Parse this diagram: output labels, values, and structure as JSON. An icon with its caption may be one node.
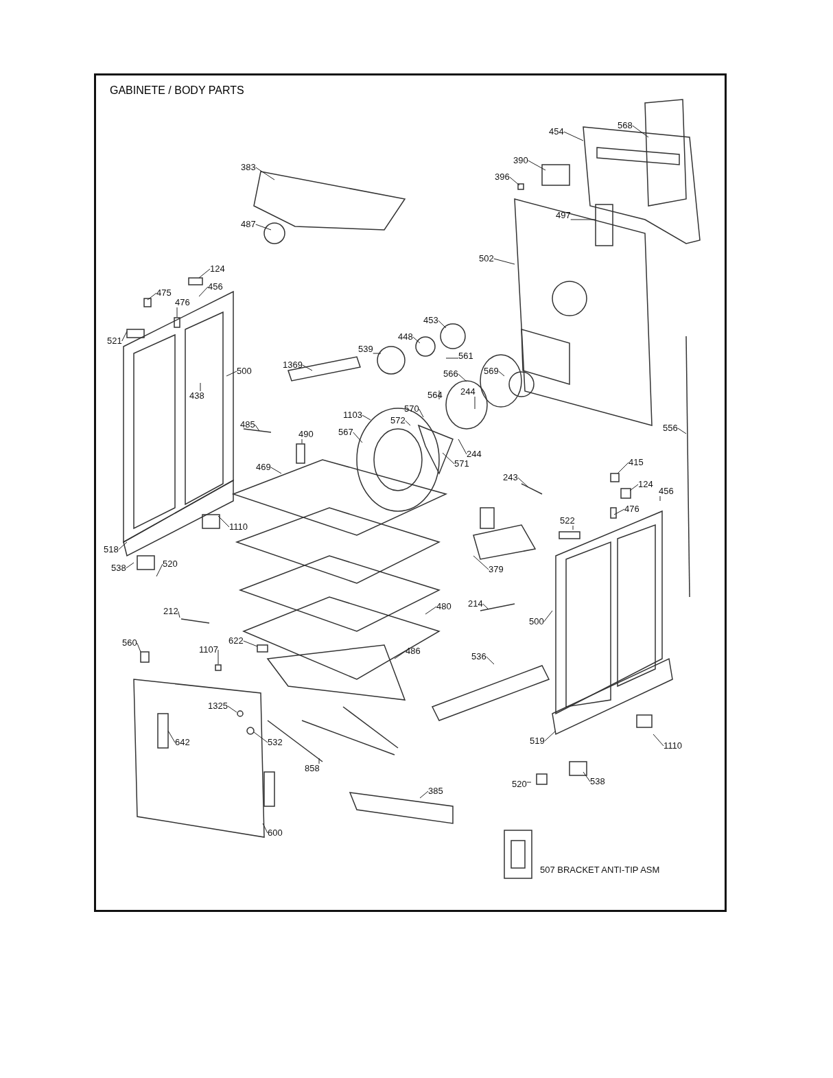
{
  "diagram": {
    "title": "GABINETE / BODY PARTS",
    "nodes": [
      {
        "text": [
          "454"
        ]
      },
      {
        "text": [
          "568"
        ]
      },
      {
        "text": [
          "383"
        ]
      },
      {
        "text": [
          "390"
        ]
      },
      {
        "text": [
          "396"
        ]
      },
      {
        "text": [
          "497"
        ]
      },
      {
        "text": [
          "487"
        ]
      },
      {
        "text": [
          "502"
        ]
      },
      {
        "text": [
          "124"
        ]
      },
      {
        "text": [
          "456"
        ]
      },
      {
        "text": [
          "475"
        ]
      },
      {
        "text": [
          "476"
        ]
      },
      {
        "text": [
          "453"
        ]
      },
      {
        "text": [
          "448"
        ]
      },
      {
        "text": [
          "521"
        ]
      },
      {
        "text": [
          "539"
        ]
      },
      {
        "text": [
          "561"
        ]
      },
      {
        "text": [
          "500"
        ]
      },
      {
        "text": [
          "1369"
        ]
      },
      {
        "text": [
          "566"
        ]
      },
      {
        "text": [
          "569"
        ]
      },
      {
        "text": [
          "438"
        ]
      },
      {
        "text": [
          "564"
        ]
      },
      {
        "text": [
          "244"
        ]
      },
      {
        "text": [
          "570"
        ]
      },
      {
        "text": [
          "556"
        ]
      },
      {
        "text": [
          "485"
        ]
      },
      {
        "text": [
          "1103"
        ]
      },
      {
        "text": [
          "572"
        ]
      },
      {
        "text": [
          "490"
        ]
      },
      {
        "text": [
          "567"
        ]
      },
      {
        "text": [
          "244"
        ]
      },
      {
        "text": [
          "571"
        ]
      },
      {
        "text": [
          "469"
        ]
      },
      {
        "text": [
          "415"
        ]
      },
      {
        "text": [
          "243"
        ]
      },
      {
        "text": [
          "124"
        ]
      },
      {
        "text": [
          "456"
        ]
      },
      {
        "text": [
          "476"
        ]
      },
      {
        "text": [
          "1110"
        ]
      },
      {
        "text": [
          "522"
        ]
      },
      {
        "text": [
          "518"
        ]
      },
      {
        "text": [
          "379"
        ]
      },
      {
        "text": [
          "520"
        ]
      },
      {
        "text": [
          "538"
        ]
      },
      {
        "text": [
          "212"
        ]
      },
      {
        "text": [
          "214"
        ]
      },
      {
        "text": [
          "480"
        ]
      },
      {
        "text": [
          "500"
        ]
      },
      {
        "text": [
          "622"
        ]
      },
      {
        "text": [
          "560"
        ]
      },
      {
        "text": [
          "1107"
        ]
      },
      {
        "text": [
          "486"
        ]
      },
      {
        "text": [
          "536"
        ]
      },
      {
        "text": [
          "1325"
        ]
      },
      {
        "text": [
          "642"
        ]
      },
      {
        "text": [
          "532"
        ]
      },
      {
        "text": [
          "519"
        ]
      },
      {
        "text": [
          "1110"
        ]
      },
      {
        "text": [
          "858"
        ]
      },
      {
        "text": [
          "385"
        ]
      },
      {
        "text": [
          "520"
        ]
      },
      {
        "text": [
          "538"
        ]
      },
      {
        "text": [
          "600"
        ]
      }
    ],
    "edges": [
      {
        "from": 0,
        "to": null,
        "arrow": "none"
      },
      {
        "from": 1,
        "to": null,
        "arrow": "none"
      },
      {
        "from": 2,
        "to": null,
        "arrow": "none"
      },
      {
        "from": 3,
        "to": null,
        "arrow": "none"
      },
      {
        "from": 4,
        "to": null,
        "arrow": "none"
      },
      {
        "from": 5,
        "to": null,
        "arrow": "none"
      },
      {
        "from": 6,
        "to": null,
        "arrow": "none"
      },
      {
        "from": 7,
        "to": null,
        "arrow": "none"
      },
      {
        "from": 8,
        "to": null,
        "arrow": "none"
      },
      {
        "from": 9,
        "to": null,
        "arrow": "none"
      },
      {
        "from": 10,
        "to": null,
        "arrow": "none"
      },
      {
        "from": 11,
        "to": null,
        "arrow": "none"
      },
      {
        "from": 12,
        "to": null,
        "arrow": "none"
      },
      {
        "from": 13,
        "to": null,
        "arrow": "none"
      },
      {
        "from": 14,
        "to": null,
        "arrow": "none"
      },
      {
        "from": 15,
        "to": null,
        "arrow": "none"
      },
      {
        "from": 16,
        "to": null,
        "arrow": "none"
      },
      {
        "from": 17,
        "to": null,
        "arrow": "none"
      },
      {
        "from": 18,
        "to": null,
        "arrow": "none"
      },
      {
        "from": 19,
        "to": null,
        "arrow": "none"
      },
      {
        "from": 20,
        "to": null,
        "arrow": "none"
      },
      {
        "from": 21,
        "to": null,
        "arrow": "none"
      },
      {
        "from": 22,
        "to": null,
        "arrow": "none"
      },
      {
        "from": 23,
        "to": null,
        "arrow": "none"
      },
      {
        "from": 24,
        "to": null,
        "arrow": "none"
      },
      {
        "from": 25,
        "to": null,
        "arrow": "none"
      },
      {
        "from": 26,
        "to": null,
        "arrow": "none"
      },
      {
        "from": 27,
        "to": null,
        "arrow": "none"
      },
      {
        "from": 28,
        "to": null,
        "arrow": "none"
      },
      {
        "from": 29,
        "to": null,
        "arrow": "none"
      },
      {
        "from": 30,
        "to": null,
        "arrow": "none"
      },
      {
        "from": 31,
        "to": null,
        "arrow": "none"
      },
      {
        "from": 32,
        "to": null,
        "arrow": "none"
      },
      {
        "from": 33,
        "to": null,
        "arrow": "none"
      },
      {
        "from": 34,
        "to": null,
        "arrow": "none"
      },
      {
        "from": 35,
        "to": null,
        "arrow": "none"
      },
      {
        "from": 36,
        "to": null,
        "arrow": "none"
      },
      {
        "from": 37,
        "to": null,
        "arrow": "none"
      },
      {
        "from": 38,
        "to": null,
        "arrow": "none"
      },
      {
        "from": 39,
        "to": null,
        "arrow": "none"
      },
      {
        "from": 40,
        "to": null,
        "arrow": "none"
      },
      {
        "from": 41,
        "to": null,
        "arrow": "none"
      },
      {
        "from": 42,
        "to": null,
        "arrow": "none"
      },
      {
        "from": 43,
        "to": null,
        "arrow": "none"
      },
      {
        "from": 44,
        "to": null,
        "arrow": "none"
      },
      {
        "from": 45,
        "to": null,
        "arrow": "none"
      },
      {
        "from": 46,
        "to": null,
        "arrow": "none"
      },
      {
        "from": 47,
        "to": null,
        "arrow": "none"
      },
      {
        "from": 48,
        "to": null,
        "arrow": "none"
      },
      {
        "from": 49,
        "to": null,
        "arrow": "none"
      },
      {
        "from": 50,
        "to": null,
        "arrow": "none"
      },
      {
        "from": 51,
        "to": null,
        "arrow": "none"
      },
      {
        "from": 52,
        "to": null,
        "arrow": "none"
      },
      {
        "from": 53,
        "to": null,
        "arrow": "none"
      },
      {
        "from": 54,
        "to": null,
        "arrow": "none"
      },
      {
        "from": 55,
        "to": null,
        "arrow": "none"
      },
      {
        "from": 56,
        "to": null,
        "arrow": "none"
      },
      {
        "from": 57,
        "to": null,
        "arrow": "none"
      },
      {
        "from": 58,
        "to": null,
        "arrow": "none"
      },
      {
        "from": 59,
        "to": null,
        "arrow": "none"
      },
      {
        "from": 60,
        "to": null,
        "arrow": "none"
      },
      {
        "from": 61,
        "to": null,
        "arrow": "none"
      },
      {
        "from": 62,
        "to": null,
        "arrow": "none"
      },
      {
        "from": 63,
        "to": null,
        "arrow": "none"
      }
    ],
    "labels": [
      "507 BRACKET ANTI-TIP ASM"
    ]
  }
}
